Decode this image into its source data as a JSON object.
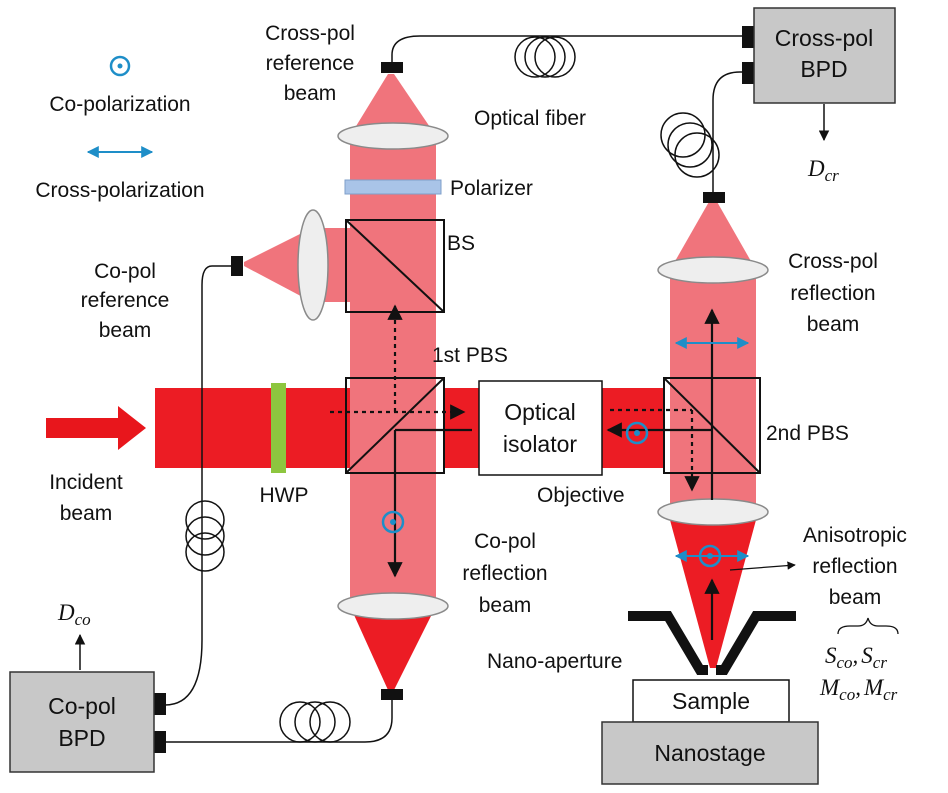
{
  "colors": {
    "beam_dark": "#ec1c24",
    "beam_light": "#f0747c",
    "hwp": "#8dc63f",
    "polarizer": "#a9c4e8",
    "pol_symbol": "#1e8ec8",
    "box_gray": "#c8c8c8",
    "arrow_red": "#e8161c"
  },
  "icons": {
    "co_pol_symbol": "circle-dot-icon",
    "cross_pol_symbol": "double-arrow-icon"
  },
  "legend": {
    "co_pol": "Co-polarization",
    "cross_pol": "Cross-polarization"
  },
  "labels": {
    "cross_pol_reference_beam": [
      "Cross-pol",
      "reference",
      "beam"
    ],
    "optical_fiber": "Optical fiber",
    "polarizer": "Polarizer",
    "bs": "BS",
    "co_pol_reference_beam": [
      "Co-pol",
      "reference",
      "beam"
    ],
    "first_pbs": "1st PBS",
    "second_pbs": "2nd PBS",
    "optical_isolator": [
      "Optical",
      "isolator"
    ],
    "incident_beam": [
      "Incident",
      "beam"
    ],
    "hwp": "HWP",
    "objective": "Objective",
    "co_pol_reflection_beam": [
      "Co-pol",
      "reflection",
      "beam"
    ],
    "cross_pol_reflection_beam": [
      "Cross-pol",
      "reflection",
      "beam"
    ],
    "anisotropic_reflection_beam": [
      "Anisotropic",
      "reflection",
      "beam"
    ],
    "nano_aperture": "Nano-aperture",
    "sample": "Sample",
    "nanostage": "Nanostage"
  },
  "detectors": {
    "cross_pol_bpd": [
      "Cross-pol",
      "BPD"
    ],
    "co_pol_bpd": [
      "Co-pol",
      "BPD"
    ],
    "d_cr": {
      "base": "D",
      "sub": "cr"
    },
    "d_co": {
      "base": "D",
      "sub": "co"
    }
  },
  "signals": {
    "s_co": {
      "base": "S",
      "sub": "co"
    },
    "s_cr": {
      "base": "S",
      "sub": "cr"
    },
    "m_co": {
      "base": "M",
      "sub": "co"
    },
    "m_cr": {
      "base": "M",
      "sub": "cr"
    },
    "separator": ","
  }
}
